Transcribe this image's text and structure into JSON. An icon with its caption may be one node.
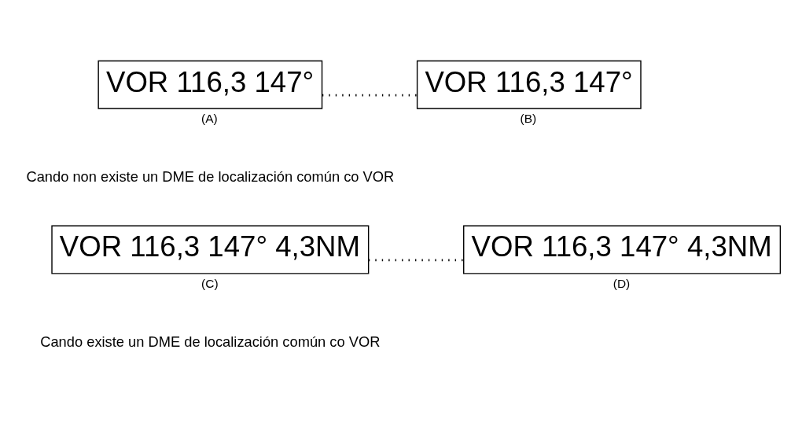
{
  "diagram": {
    "nodes": [
      {
        "text": [
          "VOR 116,3 147°"
        ],
        "beside": [
          "(A)"
        ]
      },
      {
        "text": [
          "VOR 116,3 147°"
        ],
        "beside": [
          "(B)"
        ]
      },
      {
        "text": [
          "VOR 116,3 147° 4,3NM"
        ],
        "beside": [
          "(C)"
        ]
      },
      {
        "text": [
          "VOR 116,3 147° 4,3NM"
        ],
        "beside": [
          "(D)"
        ]
      }
    ],
    "edges": [
      {
        "from": 0,
        "to": 1,
        "arrow": "none"
      },
      {
        "from": 2,
        "to": 3,
        "arrow": "none"
      }
    ],
    "labels": [
      "Cando non existe un DME de localización común co VOR",
      "Cando existe un DME de localización común co VOR"
    ]
  }
}
